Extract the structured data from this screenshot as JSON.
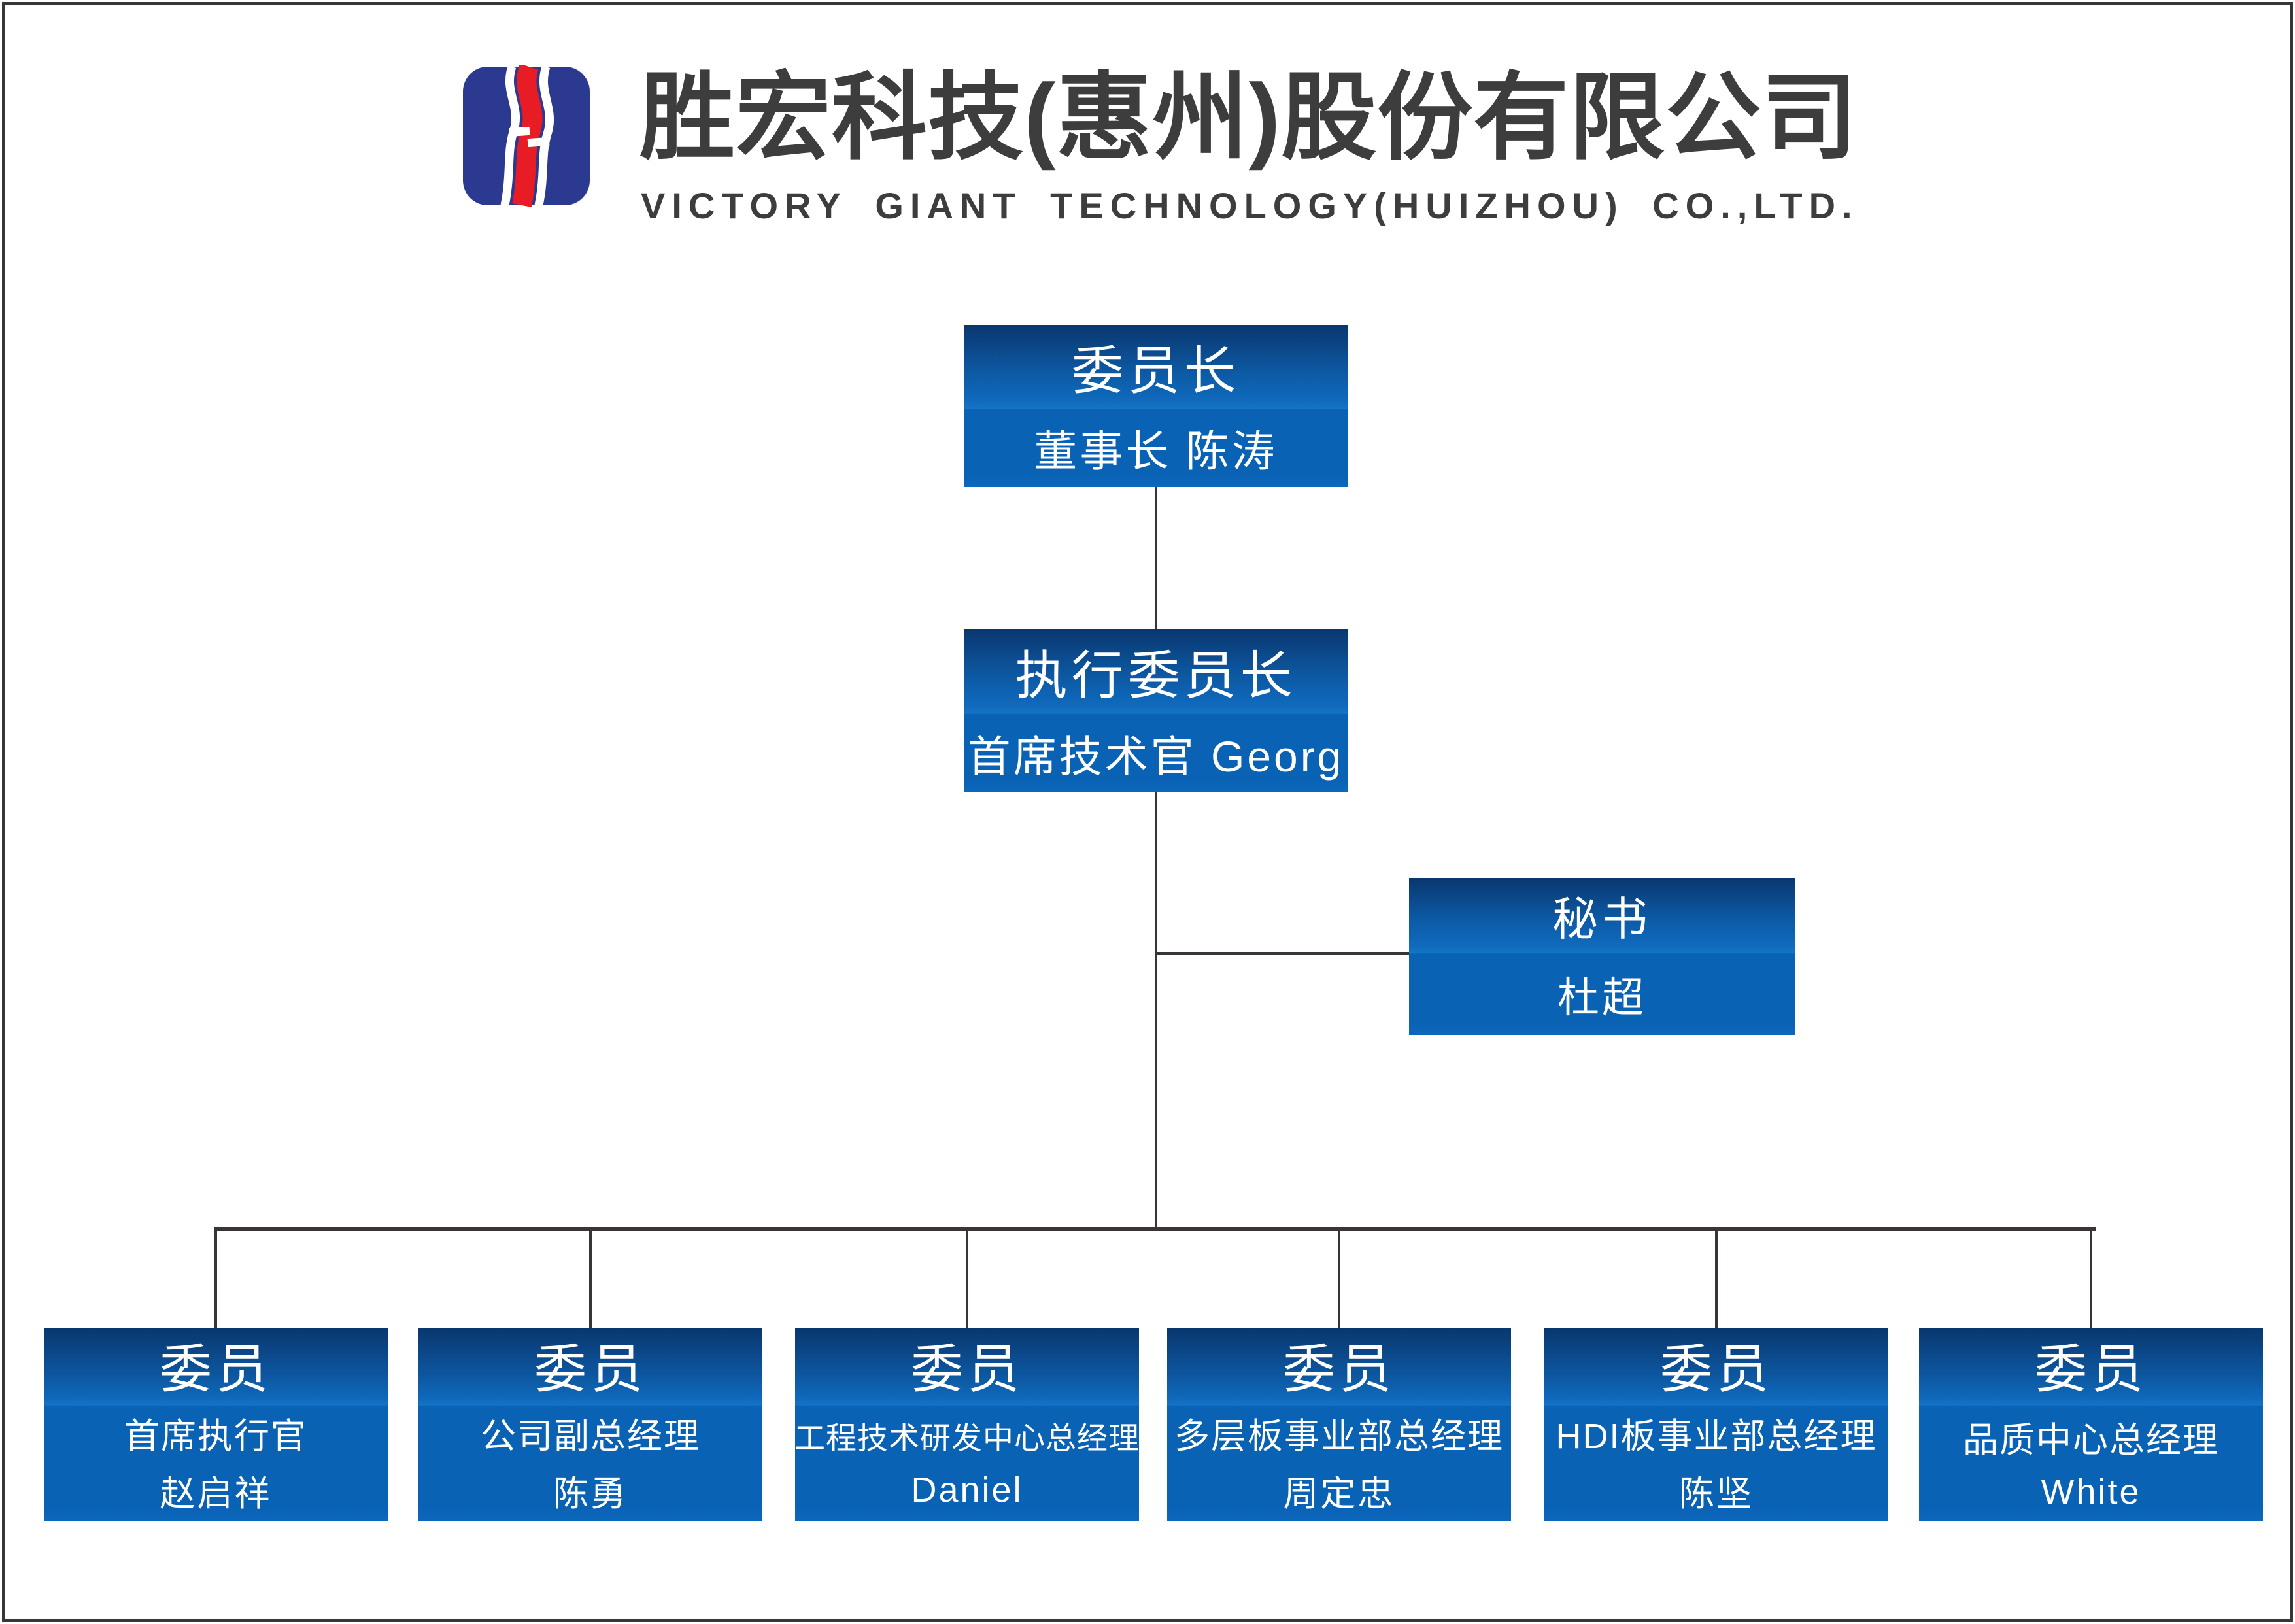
{
  "header": {
    "company_name_zh": "胜宏科技(惠州)股份有限公司",
    "company_name_en": "VICTORY GIANT TECHNOLOGY(HUIZHOU) CO.,LTD.",
    "logo": {
      "name": "victory-giant-logo",
      "blue": "#2b3990",
      "red": "#e81c24",
      "white": "#ffffff"
    }
  },
  "chart": {
    "root": {
      "title": "委员长",
      "subtitle": "董事长 陈涛"
    },
    "executive": {
      "title": "执行委员长",
      "subtitle": "首席技术官 Georg"
    },
    "secretary": {
      "title": "秘书",
      "subtitle": "杜超"
    },
    "members": [
      {
        "title": "委员",
        "role": "首席执行官",
        "name": "赵启祥"
      },
      {
        "title": "委员",
        "role": "公司副总经理",
        "name": "陈勇"
      },
      {
        "title": "委员",
        "role": "工程技术研发中心总经理",
        "name": "Daniel"
      },
      {
        "title": "委员",
        "role": "多层板事业部总经理",
        "name": "周定忠"
      },
      {
        "title": "委员",
        "role": "HDI板事业部总经理",
        "name": "陈坚"
      },
      {
        "title": "委员",
        "role": "品质中心总经理",
        "name": "White"
      }
    ]
  },
  "colors": {
    "box_gradient_top": "#09376f",
    "box_gradient_mid": "#1474c6",
    "box_gradient_bottom": "#0a62b5",
    "connector_line": "#3a3436",
    "header_text": "#3d3d3d",
    "frame_border": "#3a3637"
  }
}
